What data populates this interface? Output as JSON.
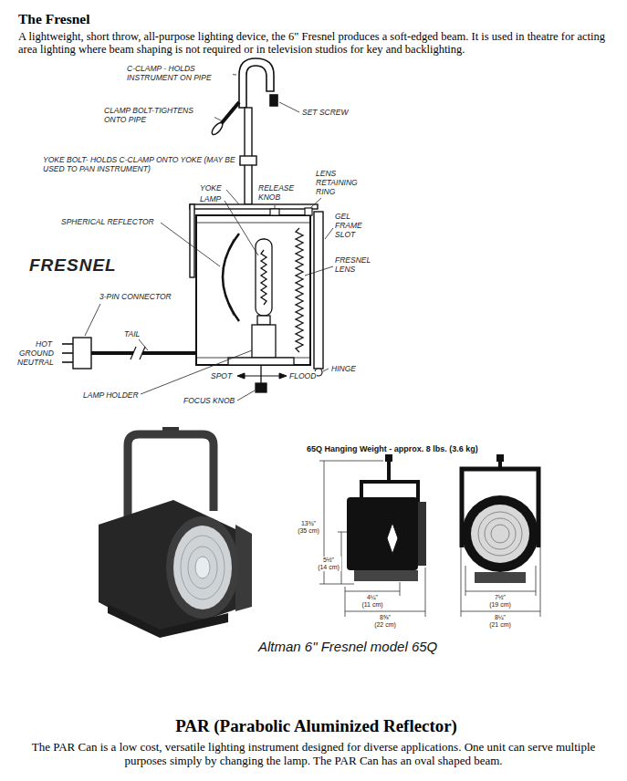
{
  "diagram": {
    "title": "The Fresnel",
    "caption": "Altman 6\" Fresnel model 65Q",
    "labels": [
      "A lightweight, short throw, all-purpose lighting device, the 6\" Fresnel produces a soft-edged beam. It is used in theatre for acting area lighting where beam shaping is not required or in television studios for key and backlighting.",
      "C-CLAMP - HOLDS INSTRUMENT ON PIPE",
      "CLAMP BOLT-TIGHTENS ONTO PIPE",
      "SET SCREW",
      "YOKE BOLT- HOLDS C-CLAMP ONTO YOKE (MAY BE USED TO PAN INSTRUMENT)",
      "YOKE",
      "RELEASE KNOB",
      "LENS RETAINING RING",
      "LAMP",
      "SPHERICAL REFLECTOR",
      "GEL FRAME SLOT",
      "FRESNEL",
      "FRESNEL LENS",
      "3-PIN CONNECTOR",
      "TAIL",
      "HOT",
      "GROUND",
      "NEUTRAL",
      "HINGE",
      "SPOT",
      "FLOOD",
      "LAMP HOLDER",
      "FOCUS KNOB",
      "65Q Hanging Weight - approx. 8 lbs. (3.6 kg)",
      "13¾\"",
      "(35 cm)",
      "5½\"",
      "(14 cm)",
      "4¼\"",
      "(11 cm)",
      "8⅝\"",
      "(22 cm)",
      "7½\"",
      "(19 cm)",
      "8¼\"",
      "(21 cm)",
      "PAR (Parabolic Aluminized Reflector)",
      "The PAR Can is a low cost, versatile lighting instrument designed for diverse applications. One unit can serve multiple purposes simply by changing the lamp. The PAR Can has an oval shaped beam."
    ]
  }
}
